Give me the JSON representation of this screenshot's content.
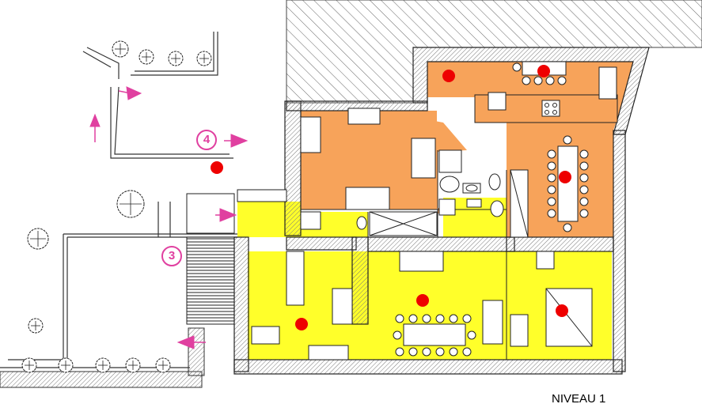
{
  "plan": {
    "level_label": "NIVEAU 1",
    "entrance_markers": [
      "4",
      "3"
    ],
    "colors": {
      "zone_orange": "#f7a35a",
      "zone_yellow": "#ffff2a",
      "wall_hatch": "#555555",
      "marker_pink": "#e040a0",
      "dot_red": "#ee0000"
    },
    "icons": [
      "tree-icon",
      "arrow-icon",
      "staircase-icon",
      "table-icon",
      "chair-icon",
      "red-dot-icon",
      "door-icon",
      "sink-icon",
      "toilet-icon",
      "stove-icon"
    ]
  }
}
